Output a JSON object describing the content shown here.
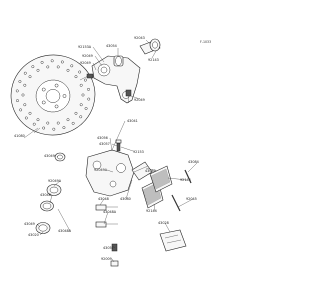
{
  "diagram": {
    "code": "F-1033"
  },
  "labels": [
    "92153A",
    "92049",
    "92049",
    "43054",
    "92043",
    "92143",
    "92049",
    "41080",
    "43041",
    "43056",
    "43057",
    "92153",
    "92049A",
    "43049",
    "92049A",
    "43048",
    "43048",
    "43080",
    "43048A",
    "43049",
    "43048A",
    "43020",
    "43082",
    "43084",
    "92144",
    "92045",
    "92144",
    "43057",
    "43028",
    "92009"
  ]
}
